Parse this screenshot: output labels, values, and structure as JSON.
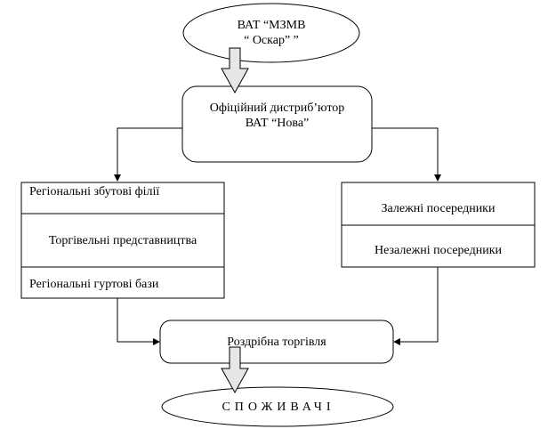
{
  "source": {
    "line1": "ВАТ “МЗМВ",
    "line2": "“ Оскар” ”"
  },
  "distributor": {
    "line1": "Офіційний дистриб’ютор",
    "line2": "ВАТ “Нова”"
  },
  "left_group": {
    "items": [
      "Регіональні збутові філії",
      "Торгівельні представництва",
      "Регіональні гуртові бази"
    ]
  },
  "right_group": {
    "items": [
      "Залежні посередники",
      "Незалежні посередники"
    ]
  },
  "retail": {
    "label": "Роздрібна торгівля"
  },
  "consumers": {
    "label": "СПОЖИВАЧІ"
  }
}
